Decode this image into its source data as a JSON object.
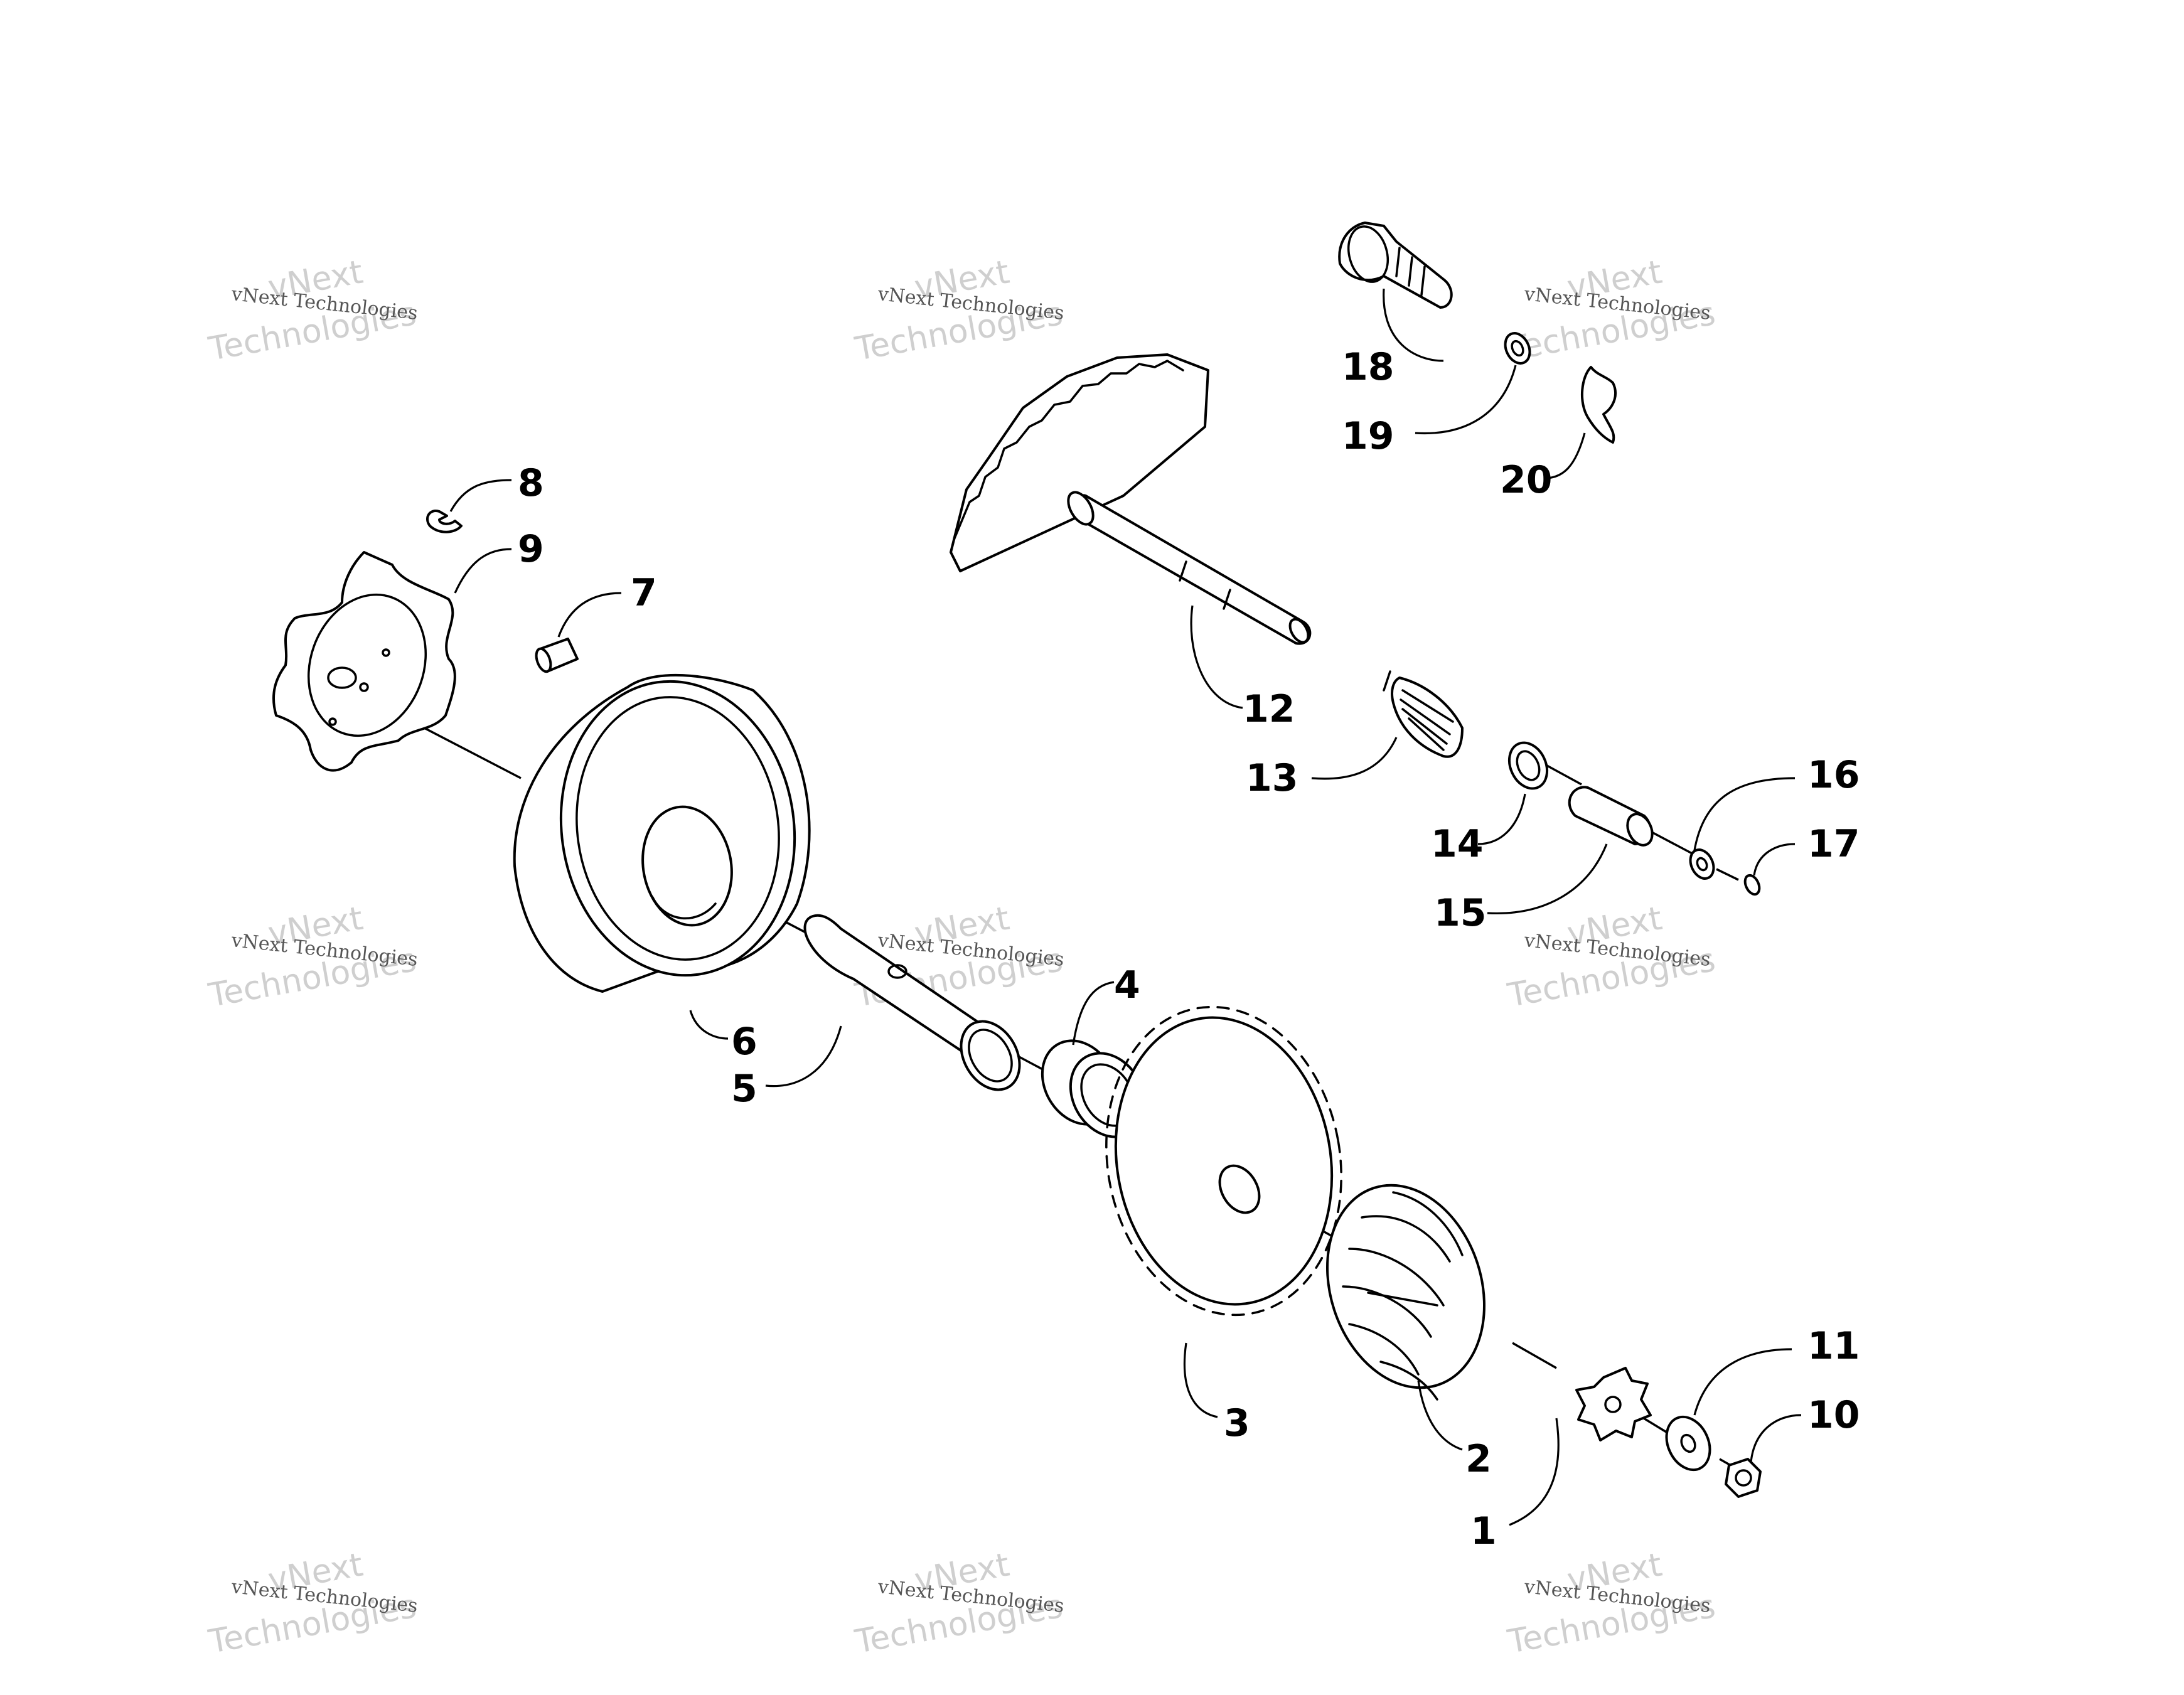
{
  "watermark": {
    "small": "vNext Technologies",
    "big_line1": "vNext",
    "big_line2": "Technologies"
  },
  "callouts": {
    "c1": "1",
    "c2": "2",
    "c3": "3",
    "c4": "4",
    "c5": "5",
    "c6": "6",
    "c7": "7",
    "c8": "8",
    "c9": "9",
    "c10": "10",
    "c11": "11",
    "c12": "12",
    "c13": "13",
    "c14": "14",
    "c15": "15",
    "c16": "16",
    "c17": "17",
    "c18": "18",
    "c19": "19",
    "c20": "20"
  }
}
